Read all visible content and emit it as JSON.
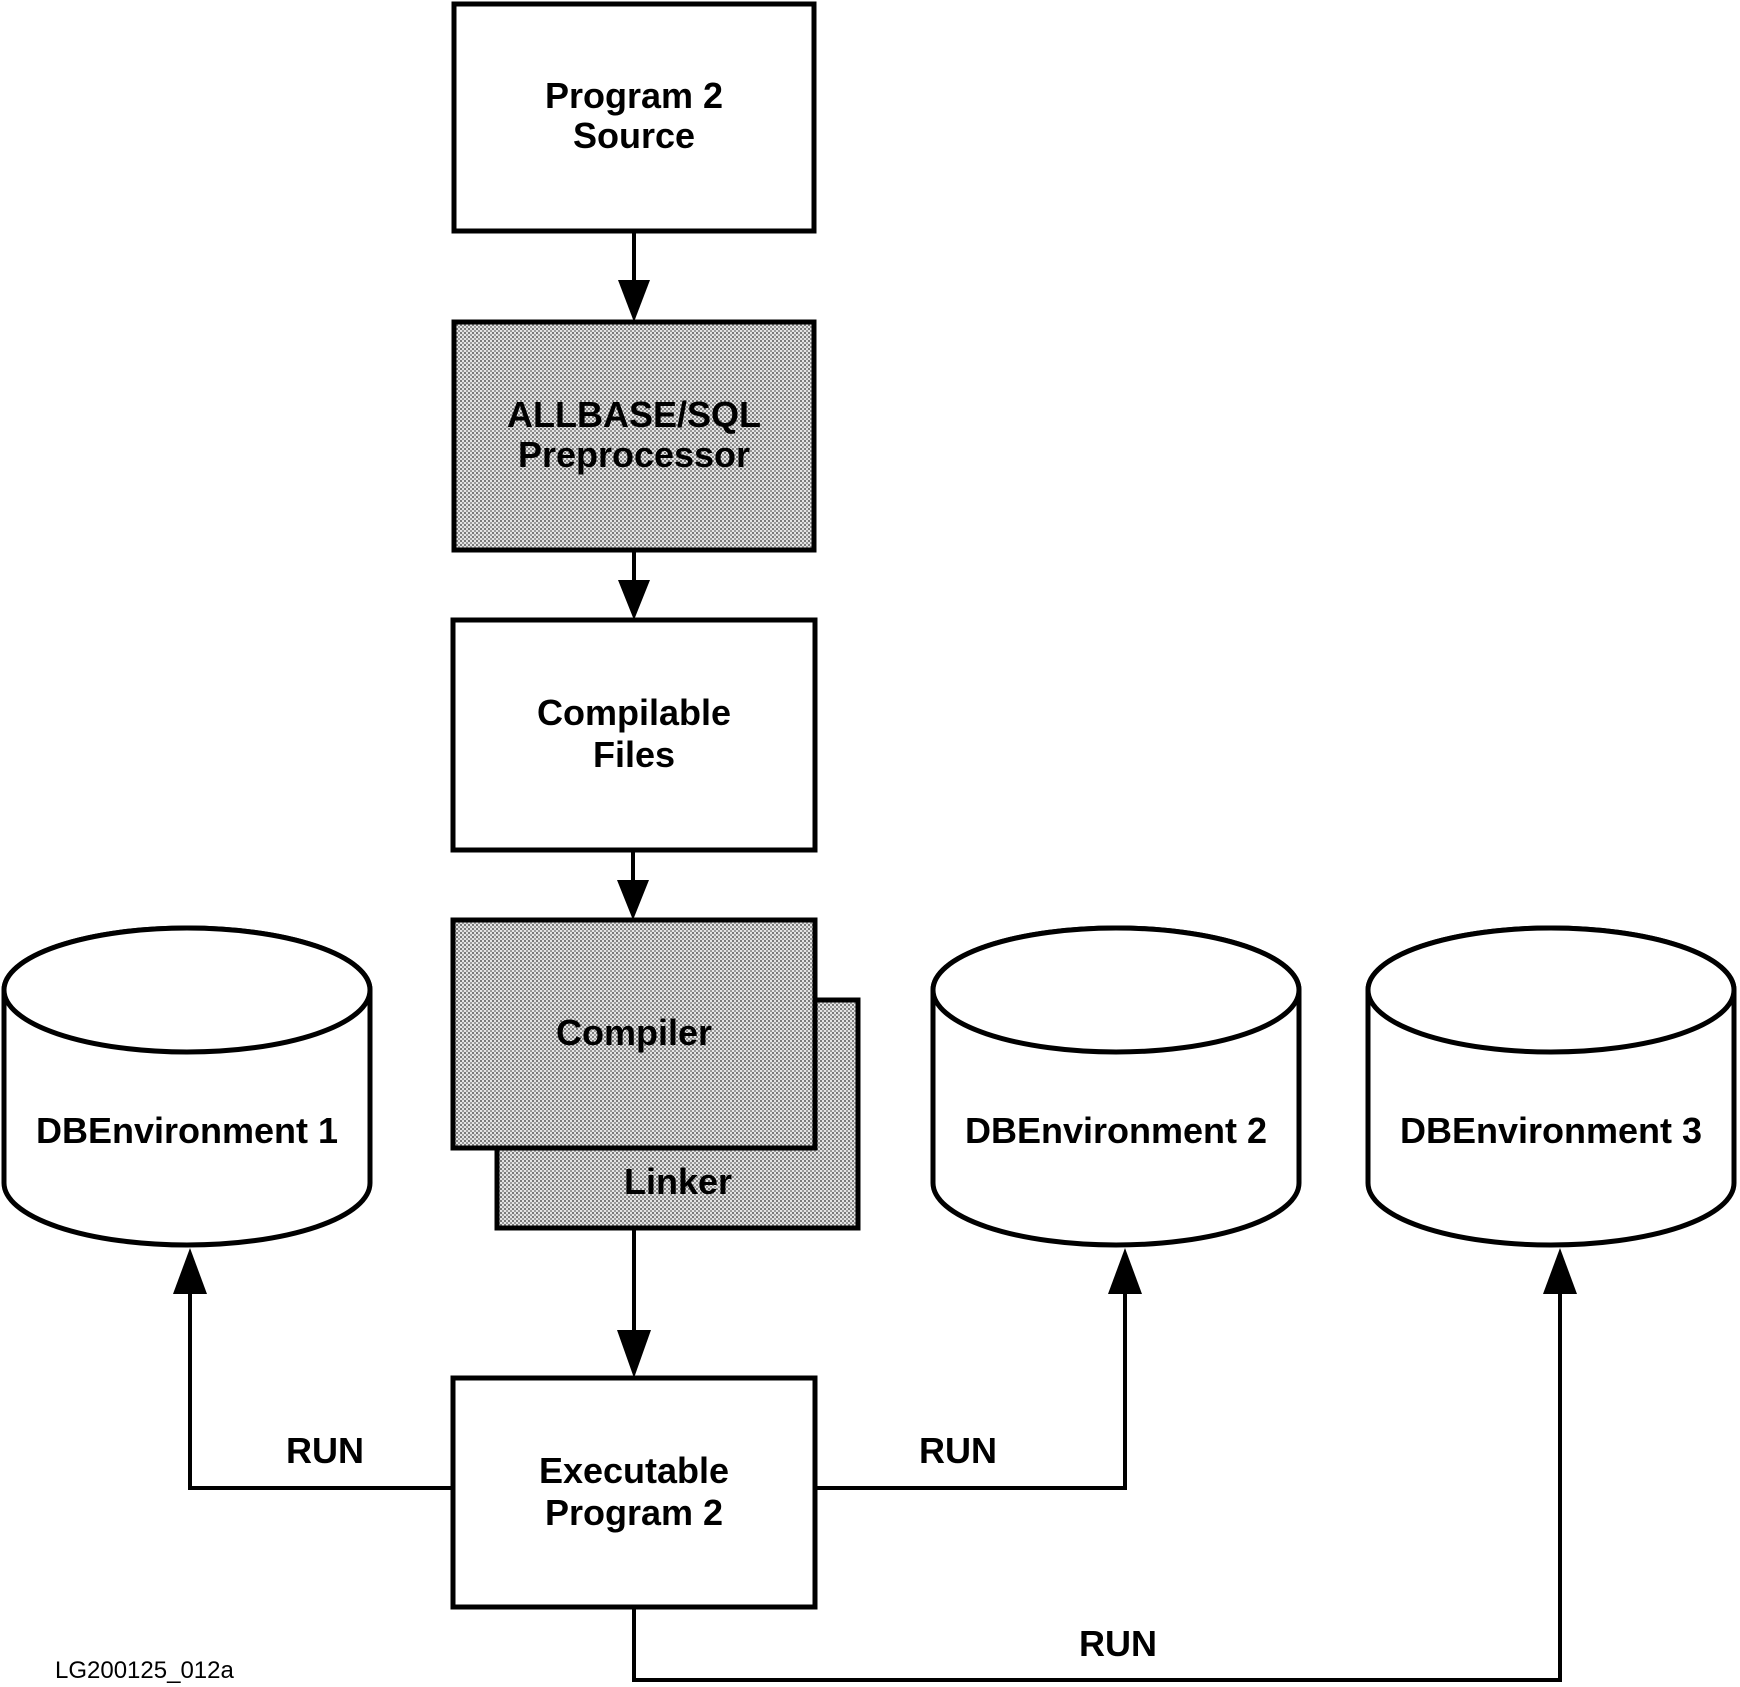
{
  "nodes": {
    "source": {
      "line1": "Program 2",
      "line2": "Source"
    },
    "preprocessor": {
      "line1": "ALLBASE/SQL",
      "line2": "Preprocessor"
    },
    "compilable": {
      "line1": "Compilable",
      "line2": "Files"
    },
    "compiler": {
      "label": "Compiler"
    },
    "linker": {
      "label": "Linker"
    },
    "executable": {
      "line1": "Executable",
      "line2": "Program 2"
    },
    "db1": {
      "label": "DBEnvironment 1"
    },
    "db2": {
      "label": "DBEnvironment 2"
    },
    "db3": {
      "label": "DBEnvironment 3"
    }
  },
  "edges": {
    "run_db1": "RUN",
    "run_db2": "RUN",
    "run_db3": "RUN"
  },
  "figure_id": "LG200125_012a",
  "colors": {
    "stroke": "#000000",
    "background": "#ffffff",
    "shading": "#b8b8b8"
  }
}
